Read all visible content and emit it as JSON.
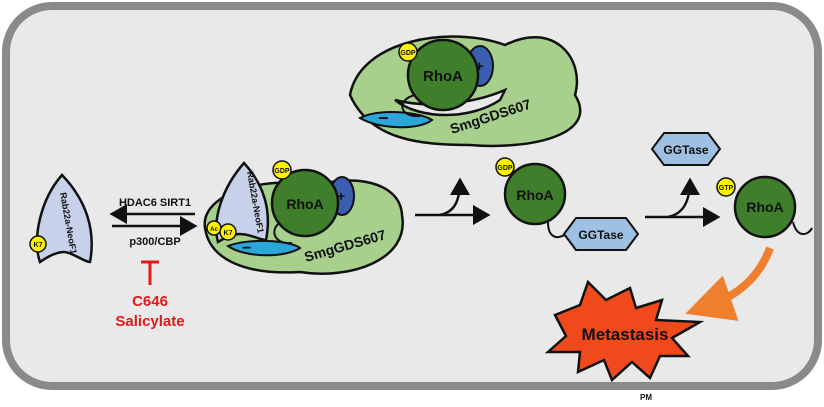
{
  "diagram": {
    "cell_label": "",
    "top_complex": {
      "gdp": "GDP",
      "rhoa": "RhoA",
      "gds": "SmgGDS607",
      "plus": "+",
      "minus": "−"
    },
    "left_protein": {
      "name": "Rab22a-NeoF1",
      "k7": "K7"
    },
    "reactions": {
      "deacetylases": "HDAC6 SIRT1",
      "acetyltransferase": "p300/CBP"
    },
    "inhibitors": {
      "line1": "C646",
      "line2": "Salicylate",
      "color": "#e0191a"
    },
    "middle_complex": {
      "rab": "Rab22a-NeoF1",
      "ac": "Ac",
      "k7": "K7",
      "gdp": "GDP",
      "rhoa": "RhoA",
      "gds": "SmgGDS607",
      "plus": "+",
      "minus": "−"
    },
    "ggtase_free_top": "GGTase",
    "rhoa_ggtase": {
      "gdp": "GDP",
      "rhoa": "RhoA",
      "ggtase": "GGTase"
    },
    "rhoa_active": {
      "gtp": "GTP",
      "rhoa": "RhoA"
    },
    "outcome": "Metastasis",
    "footer": "PM",
    "colors": {
      "cell_fill": "#e9e9e9",
      "cell_stroke": "#8a8a8a",
      "rhoa_green": "#3f7f2b",
      "gds_green": "#a7d08c",
      "rab_lavender": "#c8d1ea",
      "plus_blue": "#3a5fb0",
      "minus_cyan": "#2aa6d9",
      "ggtase_blue": "#9ec0e3",
      "yellow": "#fff200",
      "burst_red": "#f04a1c",
      "arrow_orange": "#ef7e2d"
    }
  }
}
